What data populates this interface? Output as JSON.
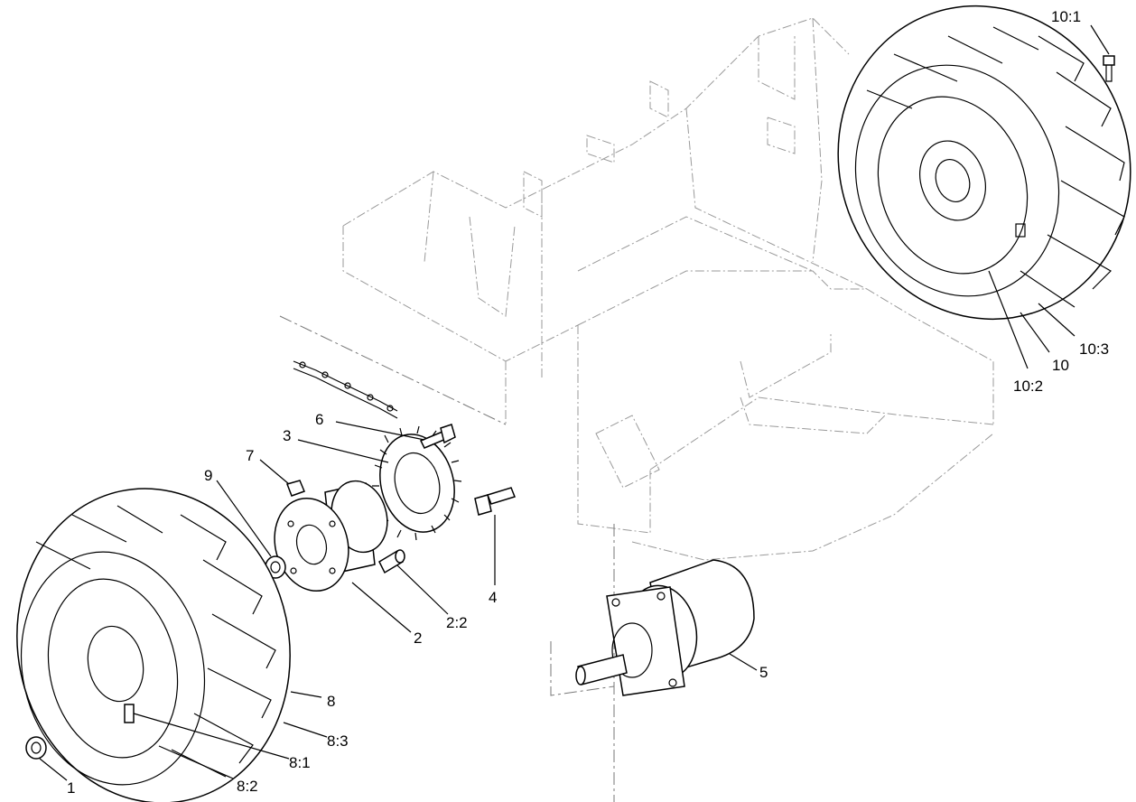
{
  "diagram": {
    "callouts": {
      "c1": "1",
      "c2": "2",
      "c2_2": "2:2",
      "c3": "3",
      "c4": "4",
      "c5": "5",
      "c6": "6",
      "c7": "7",
      "c8": "8",
      "c8_1": "8:1",
      "c8_2": "8:2",
      "c8_3": "8:3",
      "c9": "9",
      "c10": "10",
      "c10_1": "10:1",
      "c10_2": "10:2",
      "c10_3": "10:3"
    }
  }
}
